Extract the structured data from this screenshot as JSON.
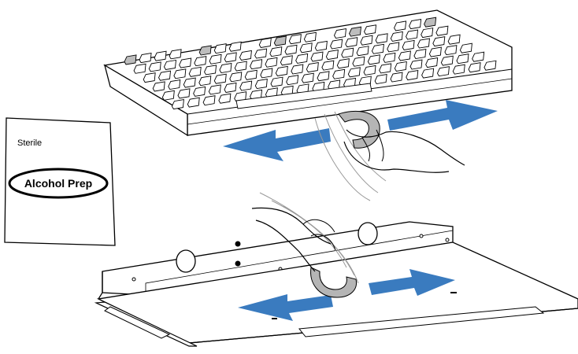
{
  "packet": {
    "top_label": "Sterile",
    "oval_label": "Alcohol Prep"
  },
  "colors": {
    "arrow": "#3a7bbf",
    "outline": "#000000",
    "key_shadow": "#bdbdbd",
    "background": "#ffffff"
  },
  "keyboard": {
    "key_rows": 6
  }
}
